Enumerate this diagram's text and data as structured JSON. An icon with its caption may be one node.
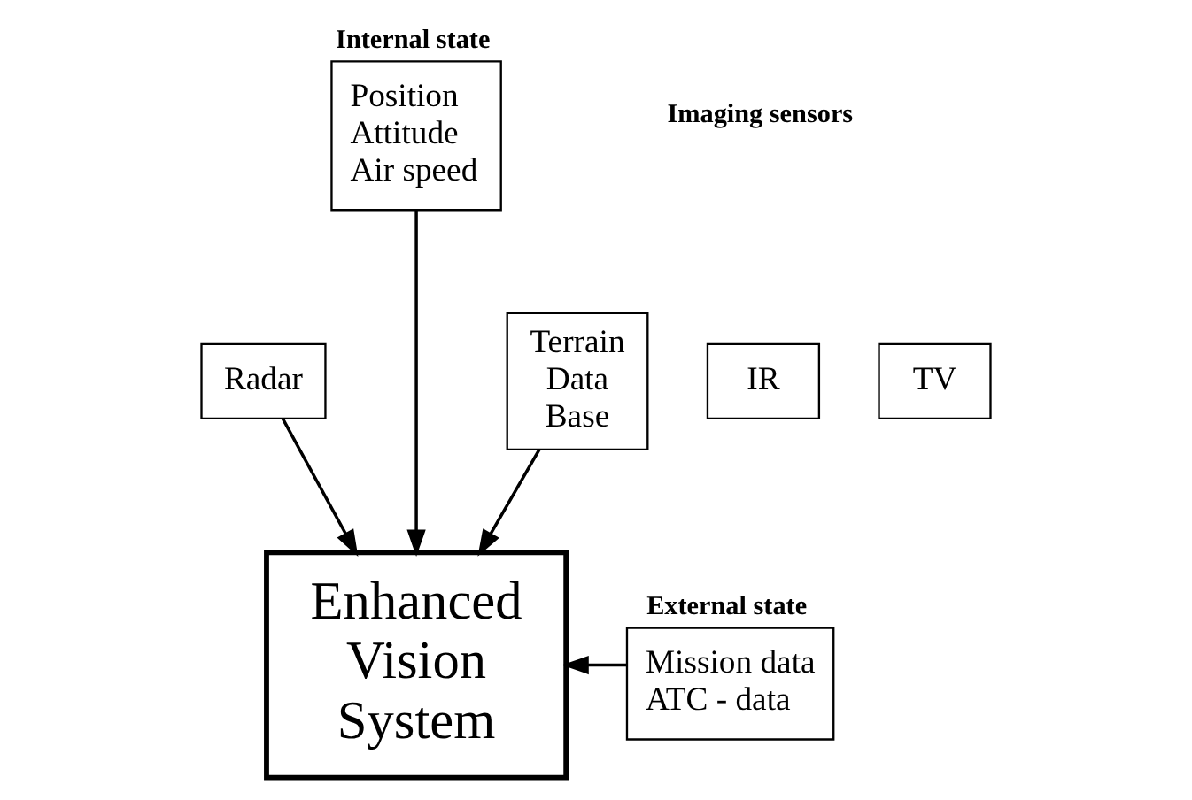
{
  "diagram": {
    "nodes": [
      {
        "text": [
          "Radar"
        ]
      },
      {
        "text": [
          "IR"
        ]
      },
      {
        "text": [
          "TV"
        ]
      },
      {
        "text": [
          "Internal state",
          "Position Attitude Air speed"
        ]
      },
      {
        "text": [
          "Terrain Data Base"
        ]
      },
      {
        "text": [
          "External state",
          "Mission data ATC - data"
        ]
      },
      {
        "text": [
          "Enhanced Vision System"
        ]
      }
    ],
    "edges": [
      {
        "from": 4,
        "to": 6,
        "arrow": "to"
      },
      {
        "from": 0,
        "to": 6,
        "arrow": "to"
      },
      {
        "from": 3,
        "to": 6,
        "arrow": "to"
      },
      {
        "from": 5,
        "to": 6,
        "arrow": "to"
      }
    ],
    "labels": [
      "Imaging sensors"
    ]
  }
}
